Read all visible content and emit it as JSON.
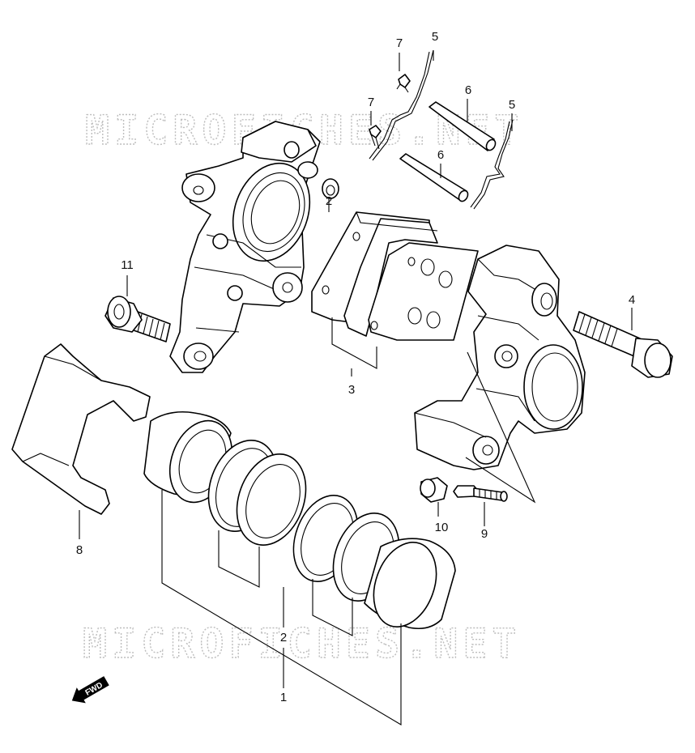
{
  "watermark": "MICROFICHES.NET",
  "fwd_label": "FWD",
  "callouts": [
    "1",
    "2",
    "2",
    "3",
    "4",
    "5",
    "5",
    "6",
    "6",
    "7",
    "7",
    "8",
    "9",
    "10",
    "11"
  ]
}
